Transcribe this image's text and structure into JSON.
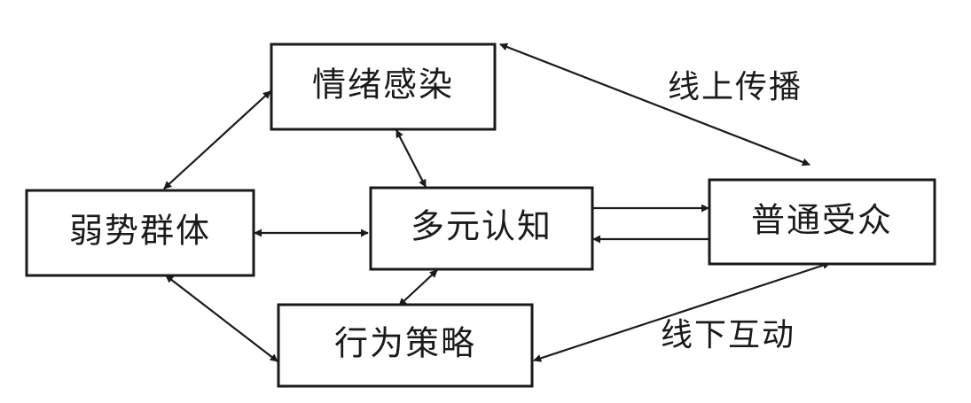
{
  "nodes": {
    "emotion": "情绪感染",
    "weak_group": "弱势群体",
    "cognition": "多元认知",
    "audience": "普通受众",
    "strategy": "行为策略"
  },
  "edge_labels": {
    "online": "线上传播",
    "offline": "线下互动"
  },
  "colors": {
    "ink": "#1a1a1a",
    "background": "#ffffff"
  }
}
